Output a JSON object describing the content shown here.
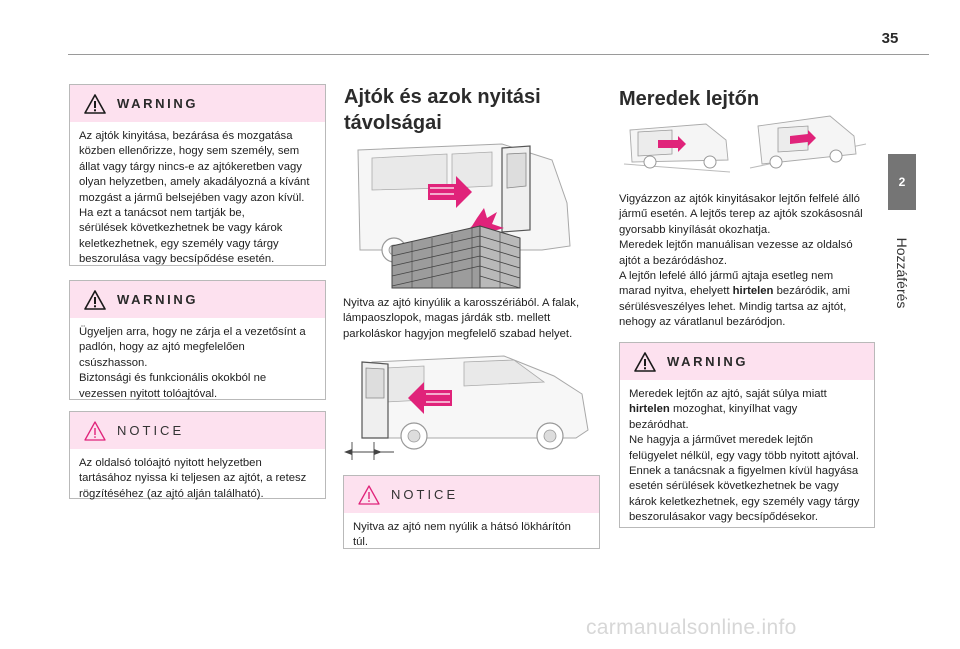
{
  "page": {
    "number": "35",
    "chapter_number": "2",
    "chapter_title": "Hozzáférés",
    "watermark": "carmanualsonline.info"
  },
  "left_column": {
    "warning1": {
      "label": "WARNING",
      "lines": [
        "Az ajtók kinyitása, bezárása és mozgatása",
        "közben ellenőrizze, hogy sem személy, sem",
        "állat vagy tárgy nincs-e az ajtókeretben vagy",
        "olyan helyzetben, amely akadályozná a kívánt",
        "mozgást a jármű belsejében vagy azon kívül.",
        "Ha ezt a tanácsot nem tartják be,",
        "sérülések következhetnek be vagy károk",
        "keletkezhetnek, egy személy vagy tárgy",
        "beszorulása vagy becsípődése esetén."
      ]
    },
    "warning2": {
      "label": "WARNING",
      "lines": [
        "Ügyeljen arra, hogy ne zárja el a vezetősínt a",
        "padlón, hogy az ajtó megfelelően",
        "csúszhasson.",
        "Biztonsági és funkcionális okokból ne",
        "vezessen nyitott tolóajtóval."
      ]
    },
    "notice1": {
      "label": "NOTICE",
      "lines": [
        "Az oldalsó tolóajtó nyitott helyzetben",
        "tartásához nyissa ki teljesen az ajtót, a retesz",
        "rögzítéséhez (az ajtó alján található)."
      ]
    }
  },
  "middle_column": {
    "title_line1": "Ajtók és azok nyitási",
    "title_line2": "távolságai",
    "body_lines": [
      "Nyitva az ajtó kinyúlik a karosszériából. A falak,",
      "lámpaoszlopok, magas járdák stb. mellett",
      "parkoláskor hagyjon megfelelő szabad helyet."
    ],
    "notice2": {
      "label": "NOTICE",
      "lines": [
        "Nyitva az ajtó nem nyúlik a hátsó lökhárítón",
        "túl."
      ]
    }
  },
  "right_column": {
    "title": "Meredek lejtőn",
    "body_lines": [
      "Vigyázzon az ajtók kinyitásakor lejtőn felfelé álló",
      "jármű esetén. A lejtős terep az ajtók szokásosnál",
      "gyorsabb kinyílását okozhatja.",
      "Meredek lejtőn manuálisan vezesse az oldalsó",
      "ajtót a bezáródáshoz.",
      "A lejtőn lefelé álló jármű ajtaja esetleg nem",
      "marad nyitva, ehelyett",
      "hirtelen",
      "bezáródik, ami",
      "sérülésveszélyes lehet. Mindig tartsa az ajtót,",
      "nehogy az váratlanul bezáródjon."
    ],
    "warning3": {
      "label": "WARNING",
      "lines": [
        "Meredek lejtőn az ajtó, saját súlya miatt",
        "hirtelen",
        "mozoghat, kinyílhat vagy",
        "bezáródhat.",
        "Ne hagyja a járművet meredek lejtőn",
        "felügyelet nélkül, egy vagy több nyitott ajtóval.",
        "Ennek a tanácsnak a figyelmen kívül hagyása",
        "esetén sérülések következhetnek be vagy",
        "károk keletkezhetnek, egy személy vagy tárgy",
        "beszorulásakor vagy becsípődésekor."
      ]
    }
  },
  "colors": {
    "box_header": "#fde1ef",
    "warning_triangle": "#1a1a1a",
    "notice_triangle": "#e0237a",
    "arrow": "#e0237a",
    "chapter_tab": "#757575"
  }
}
